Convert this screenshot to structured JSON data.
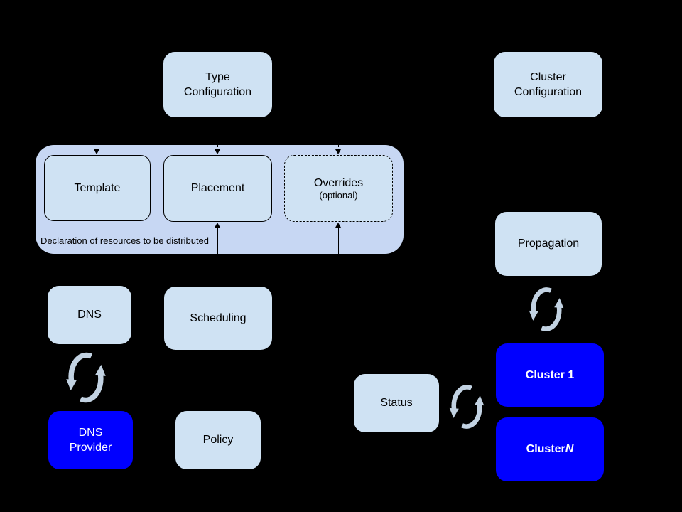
{
  "diagram": {
    "title_hint": "federation-resource-distribution-diagram",
    "nodes": {
      "type_configuration": {
        "label": "Type\nConfiguration"
      },
      "cluster_configuration": {
        "label": "Cluster\nConfiguration"
      },
      "template": {
        "label": "Template"
      },
      "placement": {
        "label": "Placement"
      },
      "overrides": {
        "label": "Overrides",
        "sublabel": "(optional)"
      },
      "declaration_note": {
        "label": "Declaration of resources to be distributed"
      },
      "dns": {
        "label": "DNS"
      },
      "scheduling": {
        "label": "Scheduling"
      },
      "propagation": {
        "label": "Propagation"
      },
      "status": {
        "label": "Status"
      },
      "policy": {
        "label": "Policy"
      },
      "dns_provider": {
        "label": "DNS\nProvider"
      },
      "cluster_1": {
        "label": "Cluster 1"
      },
      "cluster_n": {
        "prefix": "Cluster ",
        "suffix": "N"
      }
    },
    "icons": {
      "sync": "sync-cycle-arrows"
    },
    "colors": {
      "bg": "#000000",
      "container_fill": "#c7d7f3",
      "box_fill": "#cfe2f3",
      "blue_fill": "#0000ff",
      "text_dark": "#000000",
      "text_light": "#ffffff",
      "sync_arrow": "#c2d2e2",
      "line": "#000000"
    }
  }
}
